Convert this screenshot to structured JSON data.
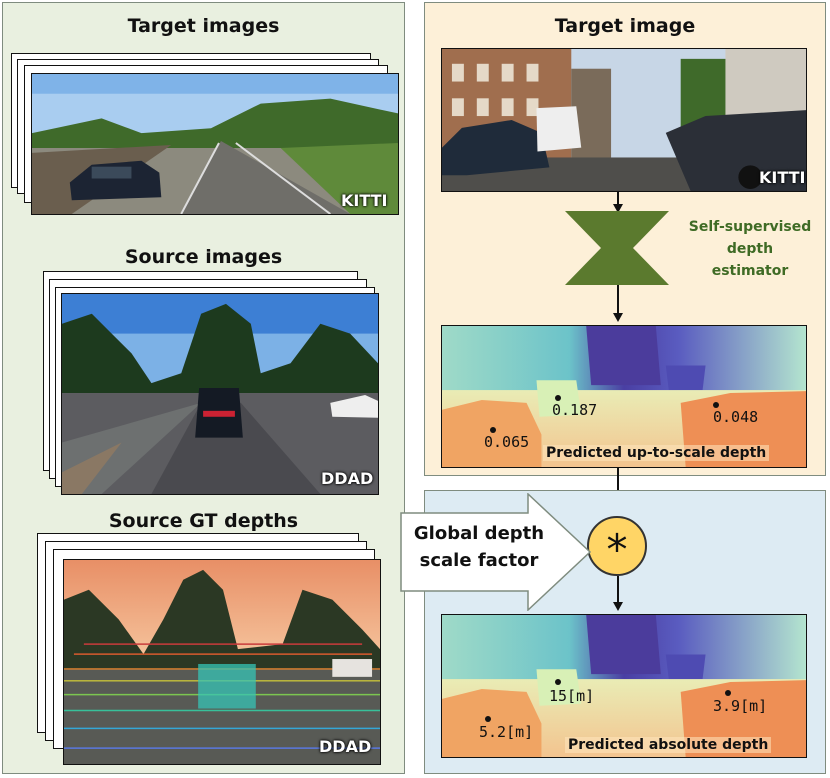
{
  "left_panel": {
    "target_title": "Target images",
    "target_tag": "KITTI",
    "source_title": "Source images",
    "source_tag": "DDAD",
    "gt_title": "Source GT depths",
    "gt_tag": "DDAD"
  },
  "right_panel": {
    "target_title": "Target image",
    "target_tag": "KITTI",
    "estimator_label_line1": "Self-supervised",
    "estimator_label_line2": "depth",
    "estimator_label_line3": "estimator",
    "pred_scale_caption": "Predicted up-to-scale depth",
    "pred_scale_values": [
      "0.187",
      "0.048",
      "0.065"
    ],
    "scale_factor_line1": "Global depth",
    "scale_factor_line2": "scale factor",
    "multiply_symbol": "*",
    "pred_abs_caption": "Predicted absolute depth",
    "pred_abs_values": [
      "15[m]",
      "3.9[m]",
      "5.2[m]"
    ]
  },
  "colors": {
    "left_bg": "#e9f0e0",
    "top_right_bg": "#fdf0d8",
    "bottom_right_bg": "#ddebf3",
    "estimator_green": "#5b7a2e",
    "estimator_text": "#3f6b25",
    "multiply_circle": "#ffd566"
  }
}
